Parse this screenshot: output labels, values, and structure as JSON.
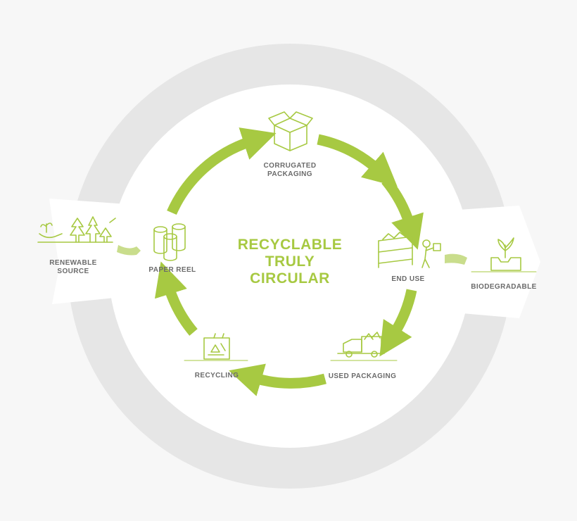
{
  "title": {
    "line1": "RECYCLABLE",
    "line2": "TRULY",
    "line3": "CIRCULAR"
  },
  "stages": {
    "corrugated_packaging": {
      "line1": "CORRUGATED",
      "line2": "PACKAGING"
    },
    "end_use": "END USE",
    "used_packaging": "USED PACKAGING",
    "recycling": "RECYCLING",
    "paper_reel": "PAPER REEL"
  },
  "outer": {
    "renewable_source": {
      "line1": "RENEWABLE",
      "line2": "SOURCE"
    },
    "biodegradable": "BIODEGRADABLE"
  },
  "colors": {
    "accent_green": "#a7c942",
    "label_gray": "#6b6b6b",
    "ring_gray": "#e8e8e8",
    "background": "#f7f7f7",
    "inner_disc": "#ffffff"
  }
}
